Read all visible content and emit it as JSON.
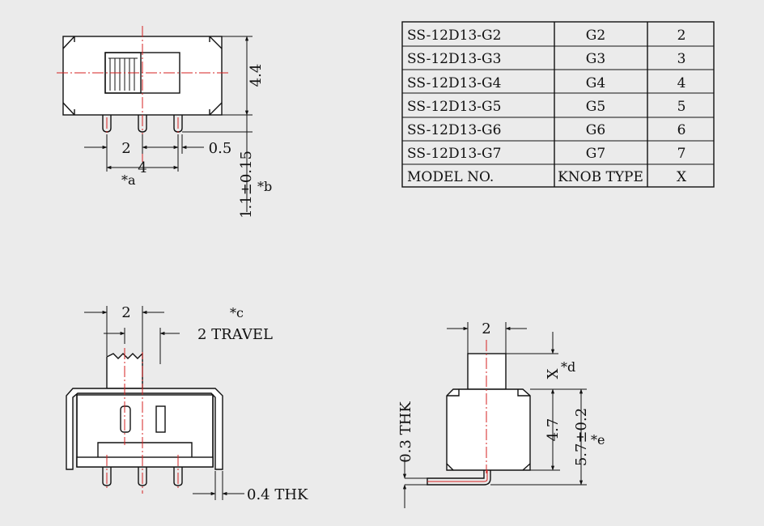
{
  "table": {
    "rows": [
      {
        "model": "SS-12D13-G2",
        "knob": "G2",
        "x": "2"
      },
      {
        "model": "SS-12D13-G3",
        "knob": "G3",
        "x": "3"
      },
      {
        "model": "SS-12D13-G4",
        "knob": "G4",
        "x": "4"
      },
      {
        "model": "SS-12D13-G5",
        "knob": "G5",
        "x": "5"
      },
      {
        "model": "SS-12D13-G6",
        "knob": "G6",
        "x": "6"
      },
      {
        "model": "SS-12D13-G7",
        "knob": "G7",
        "x": "7"
      }
    ],
    "header": {
      "model": "MODEL NO.",
      "knob": "KNOB TYPE",
      "x": "X"
    }
  },
  "top_view": {
    "height_dim": "4.4",
    "pitch_dim": "2",
    "pin_width_dim": "0.5",
    "span_dim": "4",
    "span_note": "*a",
    "pin_len_dim": "1.1±0.15",
    "pin_len_note": "*b"
  },
  "front_view": {
    "knob_dim": "2",
    "travel_note": "*c",
    "travel_dim": "2 TRAVEL",
    "thk_dim": "0.4 THK"
  },
  "side_view": {
    "knob_dim": "2",
    "x_dim": "X",
    "x_note": "*d",
    "body_height_dim": "4.7",
    "total_height_dim": "5.7±0.2",
    "total_note": "*e",
    "thk_dim": "0.3 THK"
  }
}
